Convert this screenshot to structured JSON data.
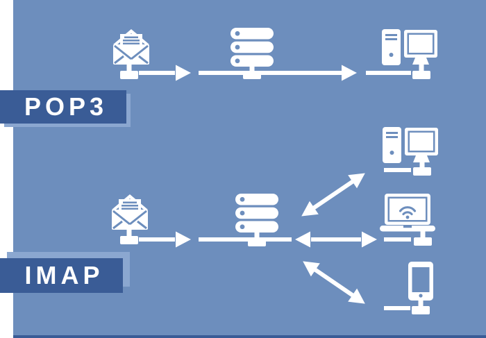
{
  "title": "POP3 vs IMAP mail delivery diagram",
  "labels": {
    "pop3": "POP3",
    "imap": "IMAP"
  },
  "colors": {
    "page_bg": "#ffffff",
    "field_bg": "#6d8ebd",
    "label_bg": "#3a5c96",
    "label_shadow": "#8ba7d0",
    "label_text": "#ffffff",
    "bar_bg": "#3a5c96",
    "icon_color": "#ffffff"
  },
  "icons": {
    "email": "envelope-open-icon",
    "server": "server-stack-icon",
    "desktop": "desktop-computer-icon",
    "laptop": "laptop-wifi-icon",
    "smartphone": "smartphone-icon",
    "connector": "network-connector-icon",
    "arrow": "flow-arrow"
  },
  "flows": {
    "pop3": {
      "label": "POP3",
      "nodes": [
        "email",
        "server",
        "desktop-computer"
      ],
      "arrows": "one-way"
    },
    "imap": {
      "label": "IMAP",
      "nodes": [
        "email",
        "server",
        "desktop-computer",
        "laptop",
        "smartphone"
      ],
      "arrows": "two-way"
    }
  }
}
